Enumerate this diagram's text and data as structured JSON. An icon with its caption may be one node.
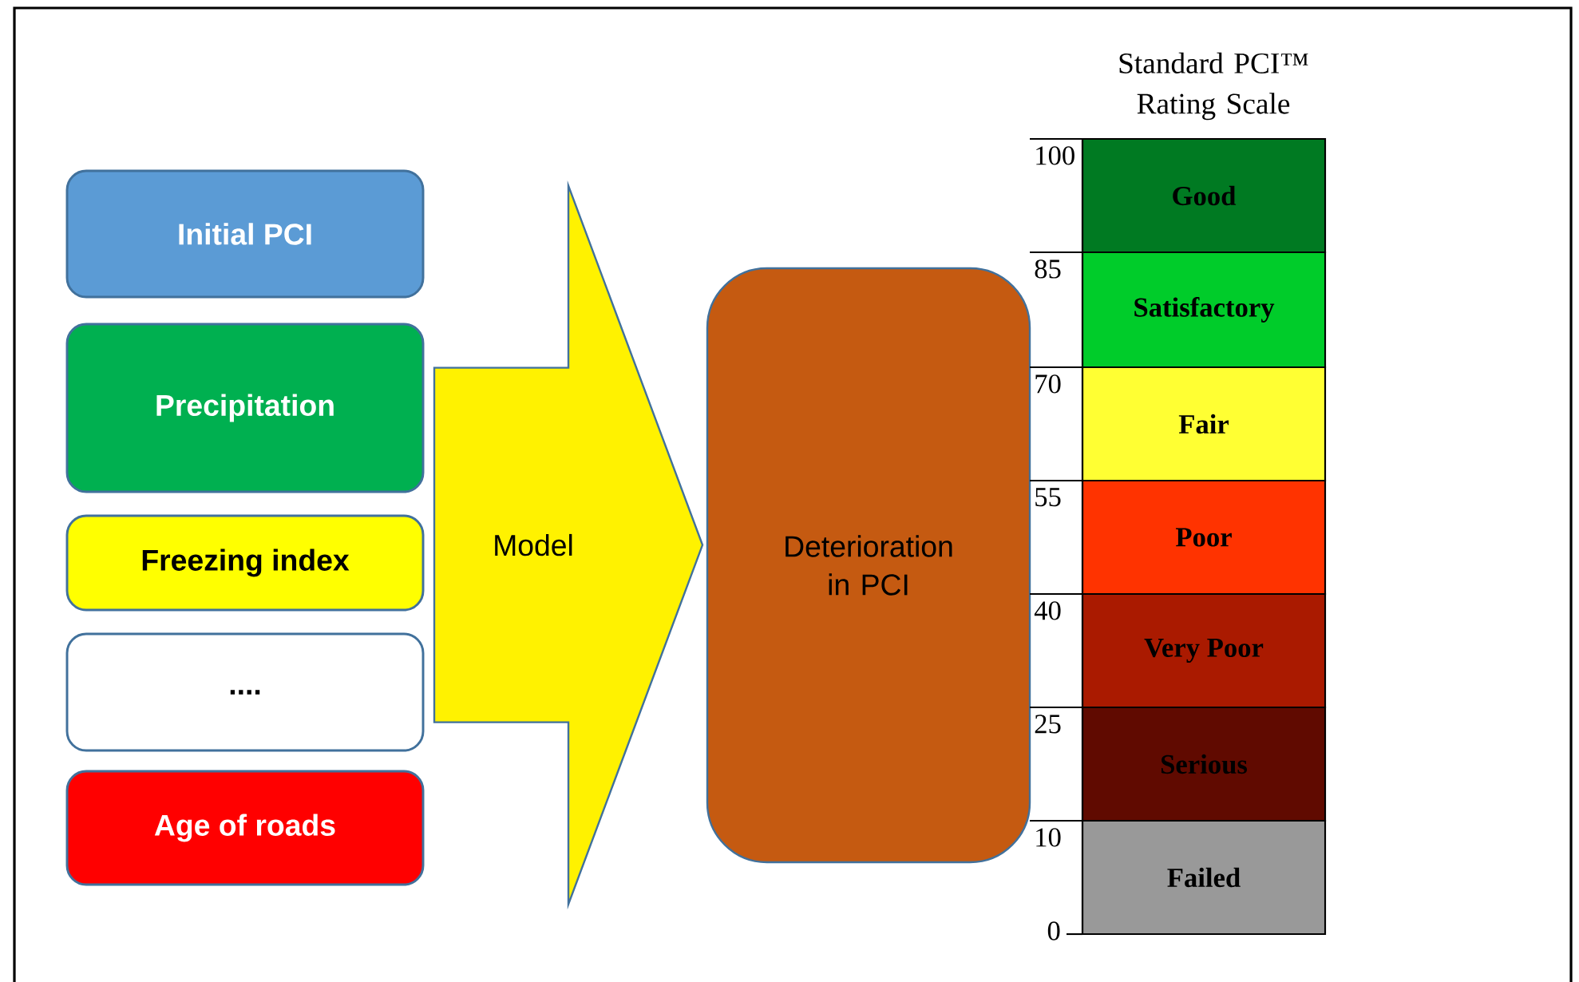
{
  "diagram": {
    "nodes": [
      {
        "text": [
          "Initial PCI"
        ]
      },
      {
        "text": [
          "Precipitation"
        ]
      },
      {
        "text": [
          "Freezing index"
        ]
      },
      {
        "text": [
          "...."
        ]
      },
      {
        "text": [
          "Age of roads"
        ]
      },
      {
        "text": [
          "Deterioration in PCI"
        ]
      },
      {
        "text": [
          "Good"
        ]
      },
      {
        "text": [
          "Satisfactory"
        ]
      },
      {
        "text": [
          "Fair"
        ]
      },
      {
        "text": [
          "Poor"
        ]
      },
      {
        "text": [
          "Very Poor"
        ]
      },
      {
        "text": [
          "Serious"
        ]
      },
      {
        "text": [
          "Failed"
        ]
      }
    ],
    "edges": [
      {
        "from": 0,
        "to": 5,
        "arrow": "to"
      },
      {
        "from": 1,
        "to": 5,
        "arrow": "to"
      },
      {
        "from": 2,
        "to": 5,
        "arrow": "to",
        "label": "Model"
      },
      {
        "from": 3,
        "to": 5,
        "arrow": "to"
      },
      {
        "from": 4,
        "to": 5,
        "arrow": "to"
      }
    ],
    "labels": [
      "Standard PCI™ Rating Scale",
      "100",
      "85",
      "70",
      "55",
      "40",
      "25",
      "10",
      "0"
    ]
  }
}
